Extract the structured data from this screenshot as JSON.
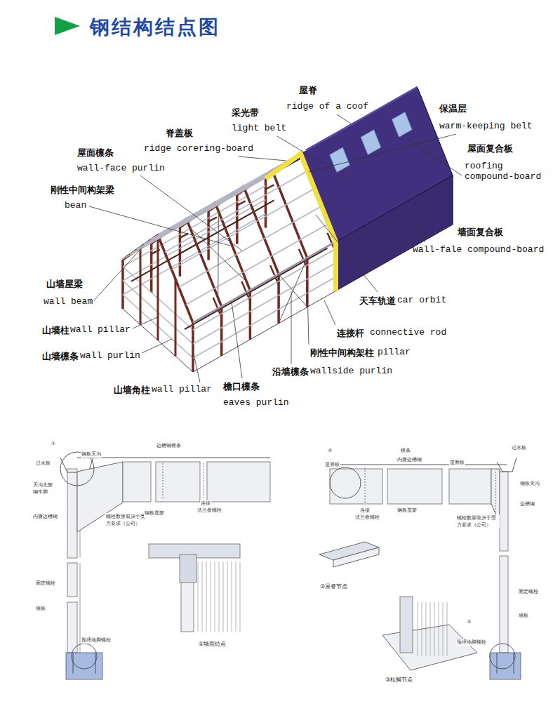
{
  "diagram": {
    "title": "钢结构结点图",
    "labels": [
      "屋脊",
      "ridge of a coof",
      "采光带",
      "light belt",
      "保温层",
      "warm-keeping belt",
      "脊盖板",
      "ridge corering-board",
      "屋面复合板",
      "roofing compound-board",
      "屋面檩条",
      "wall-face purlin",
      "刚性中间构架梁",
      "bean",
      "墙面复合板",
      "wall-fale compound-board",
      "山墙屋梁",
      "wall beam",
      "天车轨道",
      "car orbit",
      "连接杆",
      "connective rod",
      "山墙柱",
      "wall pillar",
      "刚性中间构架柱",
      "pillar",
      "山墙檩条",
      "wall purlin",
      "沿墙檩条",
      "wallside purlin",
      "山墙角柱",
      "wall pillar",
      "檐口檩条",
      "eaves purlin",
      "①",
      "钢板天沟",
      "过水板",
      "天沟支架",
      "钢牛脚",
      "内腹边槽钢",
      "螺栓数量取决于受力要求（公司）",
      "固定螺栓",
      "墙板",
      "预埋地脚螺栓",
      "边槽钢檩条",
      "钢板屋架",
      "连接",
      "法兰盘螺栓",
      "①墙面结点",
      "②",
      "屋脊板",
      "檩条",
      "内腹边槽钢",
      "屋面板",
      "过水板",
      "钢板天沟",
      "边槽钢",
      "连接",
      "法兰盘螺栓",
      "钢板屋架",
      "螺栓数量取决于受力要求（公司）",
      "②屋脊节点",
      "固定螺栓",
      "墙板",
      "③",
      "预埋地脚螺栓",
      "③柱脚节点"
    ]
  }
}
